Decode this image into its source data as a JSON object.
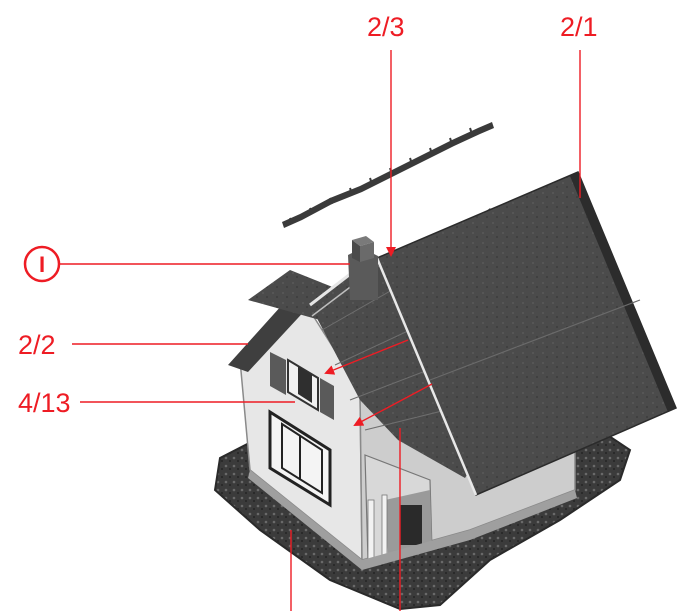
{
  "callouts": {
    "label_top_center": "2/3",
    "label_top_right": "2/1",
    "label_circle": "I",
    "label_left_upper": "2/2",
    "label_left_lower": "4/13"
  },
  "colors": {
    "annotation": "#ee1c24",
    "roof_main": "#4a4a4a",
    "roof_dark": "#2e2e2e",
    "wall": "#e6e6e6",
    "wall_shade": "#c4c4c4",
    "base_grass": "#3a3a3a"
  }
}
